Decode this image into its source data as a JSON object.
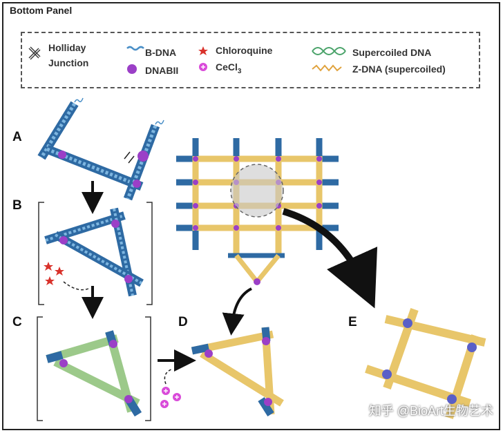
{
  "title": "Bottom Panel",
  "legend": {
    "holliday_1": "Holliday",
    "holliday_2": "Junction",
    "bdna": "B-DNA",
    "dnabii": "DNABII",
    "chloroquine": "Chloroquine",
    "cecl3_base": "CeCl",
    "cecl3_sub": "3",
    "supercoiled": "Supercoiled DNA",
    "zdna": "Z-DNA (supercoiled)"
  },
  "panels": [
    "A",
    "B",
    "C",
    "D",
    "E"
  ],
  "watermark": "知乎 @BioArt生物艺术",
  "colors": {
    "bdna": "#4a8fc7",
    "zdna": "#e8c66a",
    "supercoiled": "#9cc98a",
    "dnabii": "#9b3fc7",
    "chloroquine": "#d9322b",
    "cecl3": "#d94ad9"
  }
}
